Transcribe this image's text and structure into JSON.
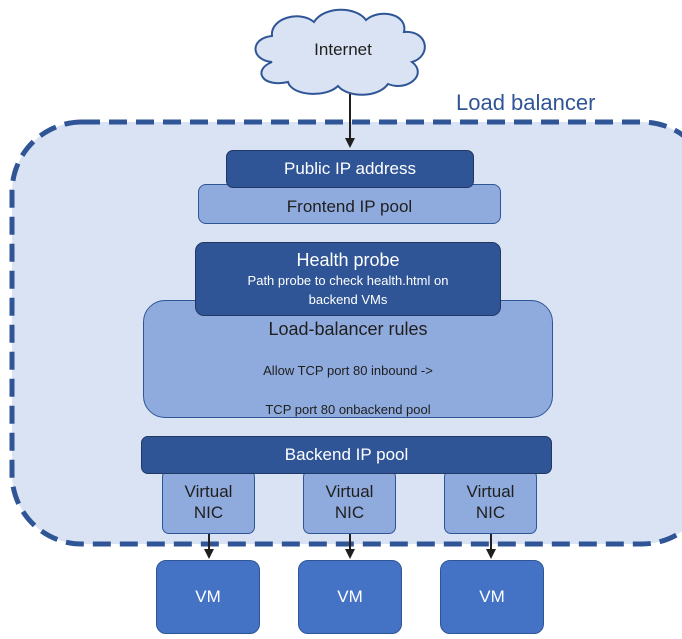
{
  "cloud": {
    "label": "Internet"
  },
  "load_balancer": {
    "label": "Load balancer"
  },
  "public_ip": {
    "label": "Public IP address"
  },
  "frontend_pool": {
    "label": "Frontend IP pool"
  },
  "health_probe": {
    "title": "Health probe",
    "line1": "Path probe to check health.html on",
    "line2": "backend VMs"
  },
  "rules": {
    "title": "Load-balancer rules",
    "line1": "Allow TCP port 80 inbound ->",
    "line2": "TCP port 80 onbackend pool"
  },
  "backend_pool": {
    "label": "Backend IP pool"
  },
  "nics": [
    {
      "line1": "Virtual",
      "line2": "NIC"
    },
    {
      "line1": "Virtual",
      "line2": "NIC"
    },
    {
      "line1": "Virtual",
      "line2": "NIC"
    }
  ],
  "vms": [
    {
      "label": "VM"
    },
    {
      "label": "VM"
    },
    {
      "label": "VM"
    }
  ],
  "colors": {
    "dark_blue": "#2f5597",
    "light_blue": "#8faadc",
    "medium_blue": "#4472c4",
    "lb_fill": "#dae3f3",
    "cloud_fill": "#dae3f3"
  }
}
